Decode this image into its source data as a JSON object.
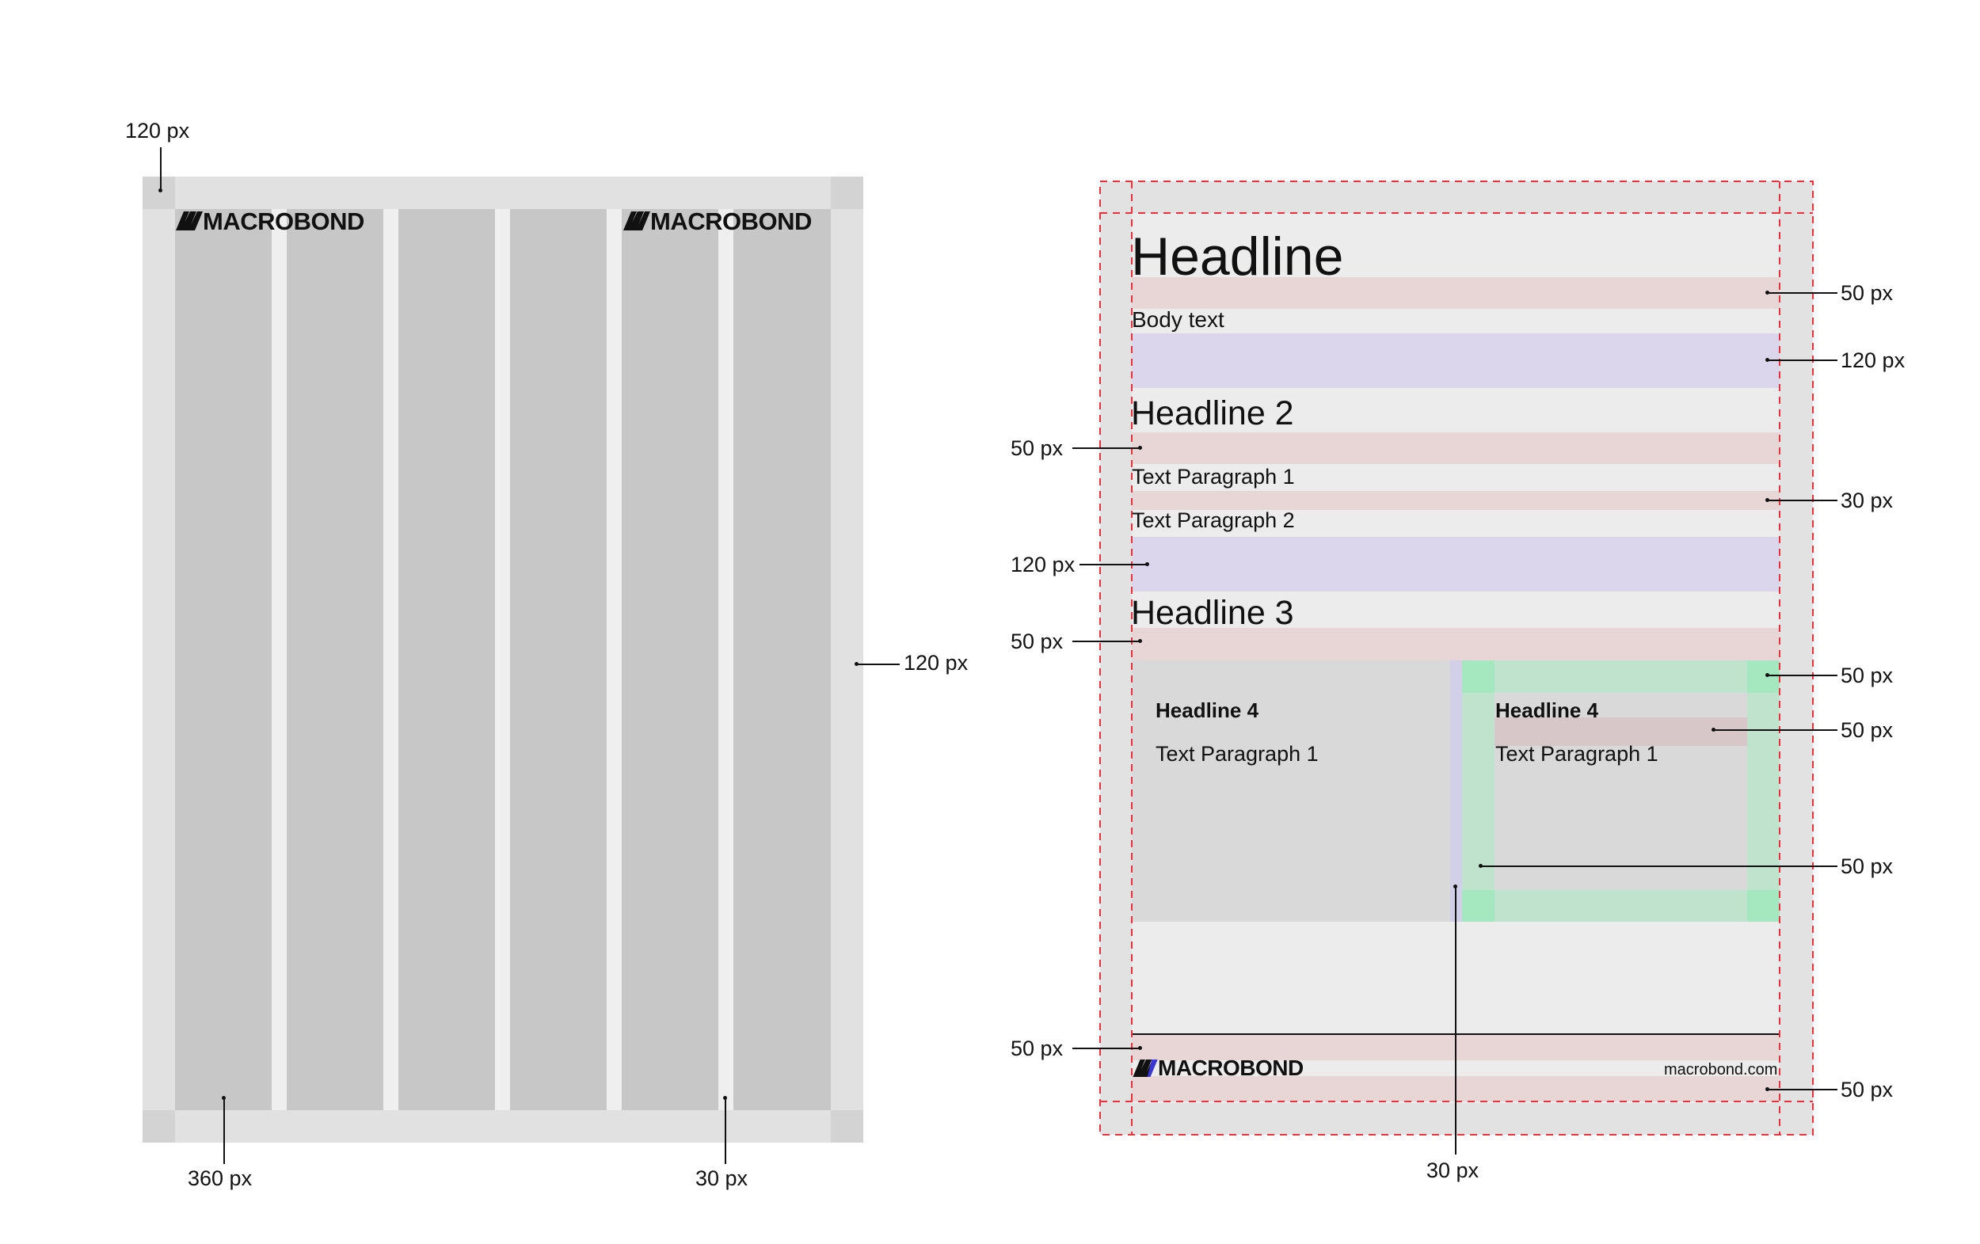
{
  "brand": {
    "logo_text": "MACROBOND",
    "url": "macrobond.com"
  },
  "left_grid": {
    "labels": {
      "margin_top": "120 px",
      "margin_right": "120 px",
      "column_width": "360 px",
      "gutter": "30 px"
    },
    "colors": {
      "page": "#e1e1e1",
      "margin_corner": "#d3d3d3",
      "column": "#c7c7c7",
      "gutter": "#efefef"
    }
  },
  "right_layout": {
    "headline": "Headline",
    "body_text": "Body text",
    "headline_2": "Headline 2",
    "paragraph_1": "Text Paragraph 1",
    "paragraph_2": "Text Paragraph 2",
    "headline_3": "Headline 3",
    "card_left": {
      "title": "Headline 4",
      "text": "Text Paragraph 1"
    },
    "card_right": {
      "title": "Headline 4",
      "text": "Text Paragraph 1"
    },
    "labels": {
      "r_after_headline": "50 px",
      "r_after_body": "120 px",
      "l_after_h2": "50 px",
      "r_between_paragraphs": "30 px",
      "l_after_paragraphs": "120 px",
      "l_after_h3": "50 px",
      "r_card_top": "50 px",
      "r_card_title_gap": "50 px",
      "r_card_padding": "50 px",
      "bottom_gutter": "30 px",
      "l_footer_top": "50 px",
      "r_footer_bottom": "50 px"
    },
    "colors": {
      "page": "#ececec",
      "margin": "#e2e2e2",
      "spacing_50": "#e8d6d7",
      "spacing_120": "#dcd6ec",
      "padding": "#bfe3cc",
      "card": "#d9d9d9",
      "guide": "#e8323c"
    }
  }
}
